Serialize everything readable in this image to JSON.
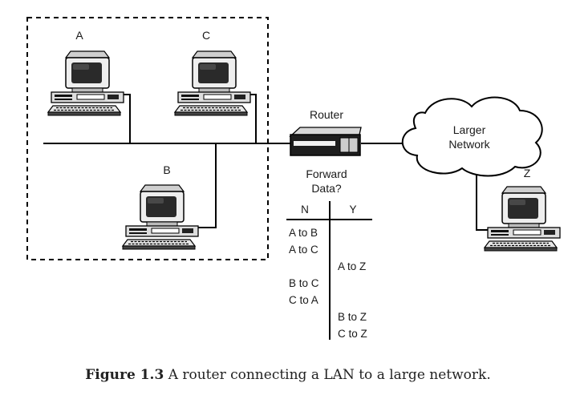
{
  "labels": {
    "computer_a": "A",
    "computer_b": "B",
    "computer_c": "C",
    "computer_z": "Z",
    "router": "Router",
    "cloud": [
      "Larger",
      "Network"
    ],
    "question": [
      "Forward",
      "Data?"
    ]
  },
  "table": {
    "headers": {
      "no": "N",
      "yes": "Y"
    },
    "no_column": [
      "A to B",
      "A to C",
      "B to C",
      "C to A"
    ],
    "yes_column": [
      "A to Z",
      "B to Z",
      "C to Z"
    ]
  },
  "caption": {
    "number": "Figure 1.3",
    "text": "A router connecting a LAN to a large network."
  }
}
